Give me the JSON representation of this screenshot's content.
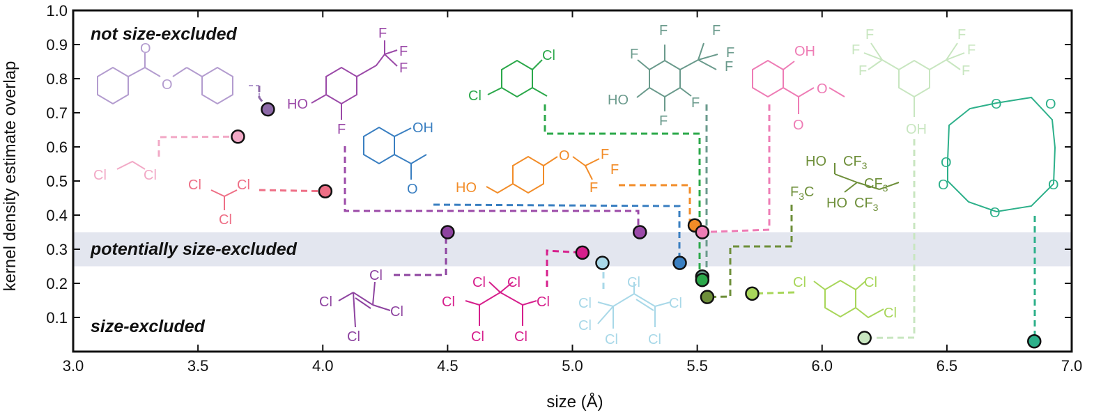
{
  "chart_data": {
    "type": "scatter",
    "title": "",
    "xlabel": "size (Å)",
    "ylabel": "kernel density estimate overlap",
    "xlim": [
      3.0,
      7.0
    ],
    "ylim": [
      0.0,
      1.0
    ],
    "xticks": [
      "3.0",
      "3.5",
      "4.0",
      "4.5",
      "5.0",
      "5.5",
      "6.0",
      "6.5",
      "7.0"
    ],
    "yticks": [
      "0.1",
      "0.2",
      "0.3",
      "0.4",
      "0.5",
      "0.6",
      "0.7",
      "0.8",
      "0.9",
      "1.0"
    ],
    "grid": false,
    "band": {
      "y0": 0.25,
      "y1": 0.35,
      "color": "#e3e6ef"
    },
    "regions": {
      "top": "not size-excluded",
      "middle": "potentially size-excluded",
      "bottom": "size-excluded"
    },
    "points": [
      {
        "x": 3.78,
        "y": 0.71,
        "color": "#8e6aa8"
      },
      {
        "x": 3.66,
        "y": 0.63,
        "color": "#f2a9c6"
      },
      {
        "x": 4.01,
        "y": 0.47,
        "color": "#ee6f86"
      },
      {
        "x": 4.5,
        "y": 0.35,
        "color": "#8e44a0"
      },
      {
        "x": 5.04,
        "y": 0.29,
        "color": "#d61f8c"
      },
      {
        "x": 5.12,
        "y": 0.26,
        "color": "#a8d8e8"
      },
      {
        "x": 5.27,
        "y": 0.35,
        "color": "#9b4aa8"
      },
      {
        "x": 5.43,
        "y": 0.26,
        "color": "#3a7fc1"
      },
      {
        "x": 5.49,
        "y": 0.37,
        "color": "#f28c28"
      },
      {
        "x": 5.52,
        "y": 0.35,
        "color": "#ee7cb5"
      },
      {
        "x": 5.52,
        "y": 0.22,
        "color": "#6a9a8c"
      },
      {
        "x": 5.52,
        "y": 0.21,
        "color": "#2ba84a"
      },
      {
        "x": 5.54,
        "y": 0.16,
        "color": "#6e8f3a"
      },
      {
        "x": 5.72,
        "y": 0.17,
        "color": "#a8d65a"
      },
      {
        "x": 6.17,
        "y": 0.04,
        "color": "#c8e6c0"
      },
      {
        "x": 6.85,
        "y": 0.03,
        "color": "#2db08a"
      }
    ],
    "molecule_labels": {
      "cl": "Cl",
      "f": "F",
      "ho": "HO",
      "oh": "OH",
      "o": "O",
      "f3c": "F",
      "cf3": "CF",
      "three": "3",
      "c": "C"
    },
    "colors": {
      "benzyl": "#b39ccf",
      "dcm": "#f2a9c6",
      "chloroform": "#ee6f86",
      "phenolcf3": "#9b4aa8",
      "hydroxyaceto": "#3a7fc1",
      "tce": "#8e44a0",
      "pentachloro": "#d61f8c",
      "penta2": "#a8d8e8",
      "dichlorotoluene": "#2ba84a",
      "benzylalc": "#f28c28",
      "tetrafluoro": "#6a9a8c",
      "salicylate": "#ee7cb5",
      "hfb": "#6e8f3a",
      "trichloro": "#a8d65a",
      "bistf": "#c8e6c0",
      "crown": "#2db08a"
    }
  }
}
